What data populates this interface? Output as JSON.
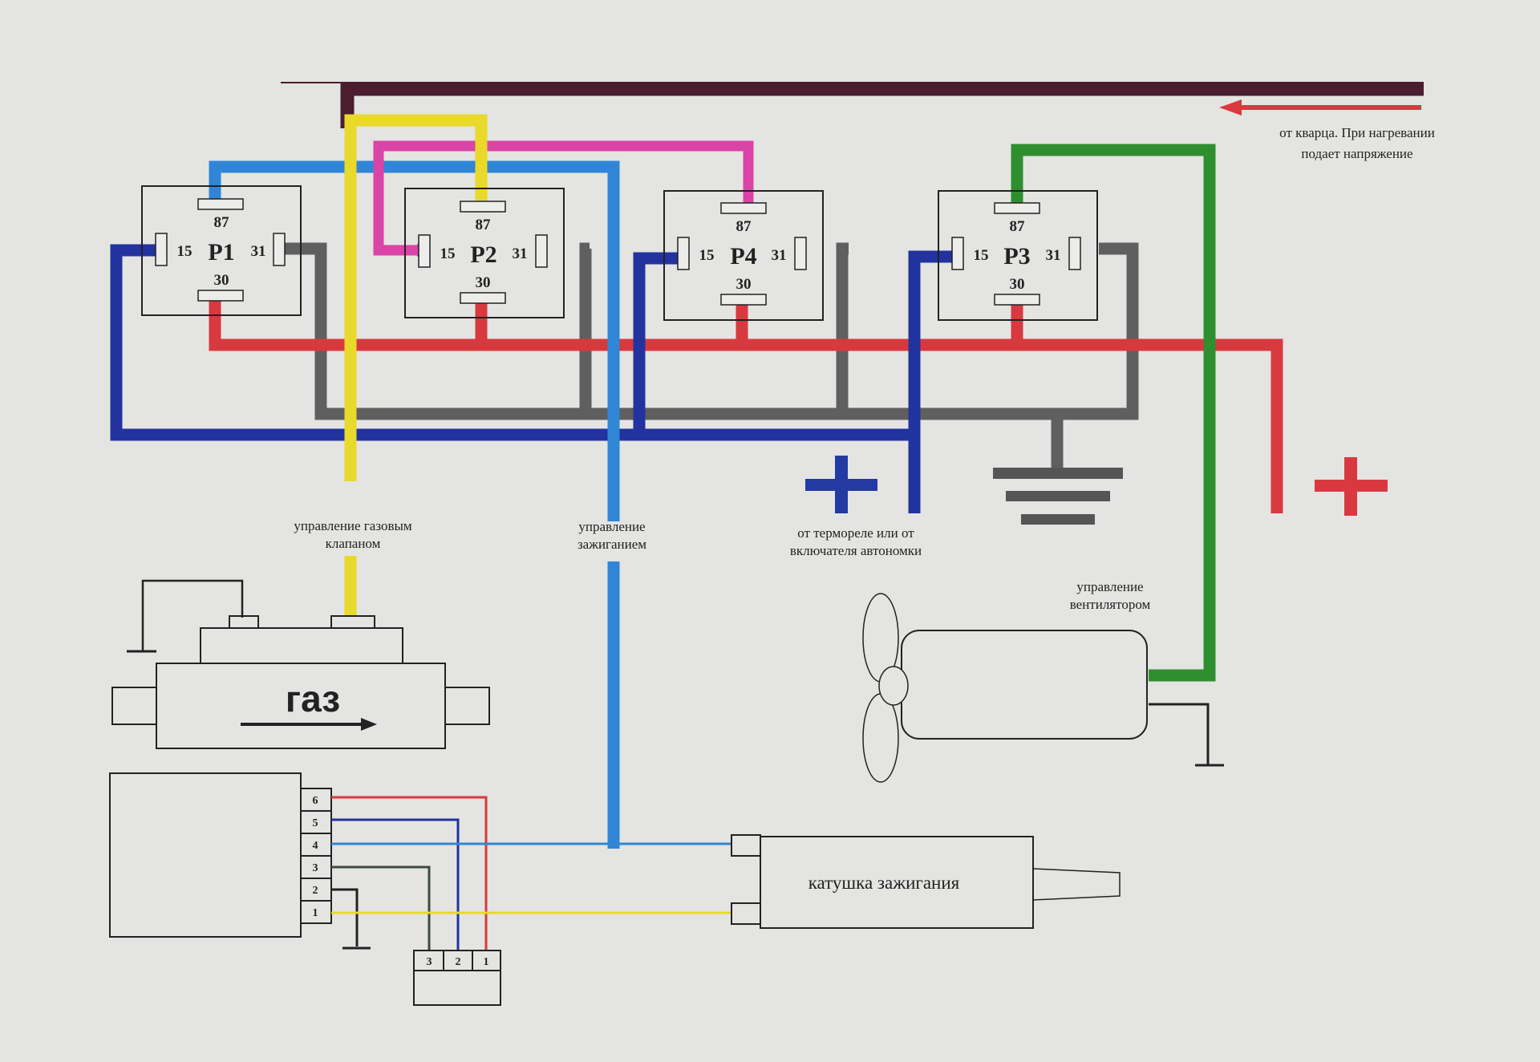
{
  "relays": [
    {
      "id": "P1",
      "name": "P1",
      "pin_top": "87",
      "pin_left": "15",
      "pin_right": "31",
      "pin_bottom": "30"
    },
    {
      "id": "P2",
      "name": "P2",
      "pin_top": "87",
      "pin_left": "15",
      "pin_right": "31",
      "pin_bottom": "30"
    },
    {
      "id": "P4",
      "name": "P4",
      "pin_top": "87",
      "pin_left": "15",
      "pin_right": "31",
      "pin_bottom": "30"
    },
    {
      "id": "P3",
      "name": "P3",
      "pin_top": "87",
      "pin_left": "15",
      "pin_right": "31",
      "pin_bottom": "30"
    }
  ],
  "labels": {
    "quartz_line1": "от кварца. При нагревании",
    "quartz_line2": "подает напряжение",
    "gas_valve_line1": "управление газовым",
    "gas_valve_line2": "клапаном",
    "ignition_line1": "управление",
    "ignition_line2": "зажиганием",
    "thermo_line1": "от термореле или от",
    "thermo_line2": "включателя автономки",
    "fan_line1": "управление",
    "fan_line2": "вентилятором",
    "gas_block": "газ",
    "coil": "катушка зажигания"
  },
  "module_pins": [
    "6",
    "5",
    "4",
    "3",
    "2",
    "1"
  ],
  "connector_pins": [
    "3",
    "2",
    "1"
  ],
  "colors": {
    "background": "#e4e4e2",
    "wire_brown": "#4a1e2e",
    "wire_yellow": "#e9d92a",
    "wire_magenta": "#d944a6",
    "wire_light_blue": "#2f86d6",
    "wire_dark_blue": "#2233a0",
    "wire_gray": "#5f5f5f",
    "wire_red": "#d8393e",
    "wire_green": "#2f8f2f",
    "plus_blue": "#243aa3",
    "plus_red": "#d8393e",
    "ground": "#555555"
  }
}
